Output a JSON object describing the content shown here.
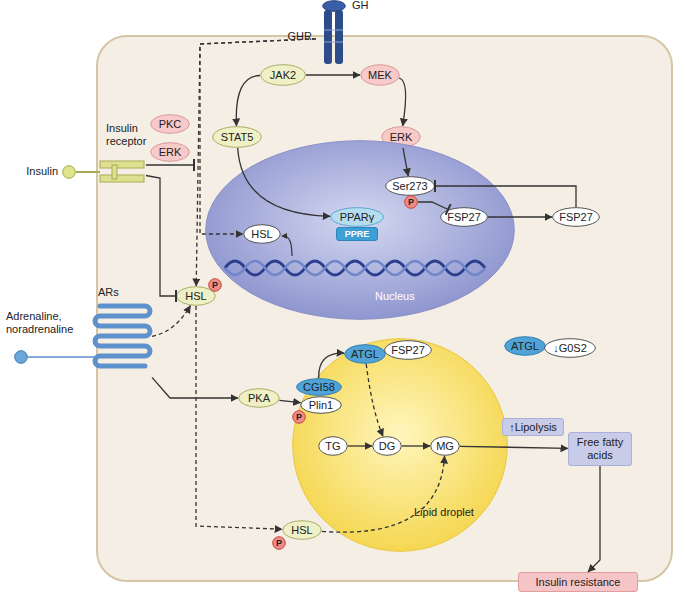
{
  "diagram": {
    "nodes": [
      {
        "text": [
          "GH"
        ]
      },
      {
        "text": [
          "GHR"
        ]
      },
      {
        "text": [
          "JAK2"
        ]
      },
      {
        "text": [
          "MEK"
        ]
      },
      {
        "text": [
          "STAT5"
        ]
      },
      {
        "text": [
          "ERK"
        ]
      },
      {
        "text": [
          "Insulin"
        ]
      },
      {
        "text": [
          "Insulin receptor"
        ]
      },
      {
        "text": [
          "PKC"
        ]
      },
      {
        "text": [
          "ERK"
        ]
      },
      {
        "text": [
          "Nucleus"
        ]
      },
      {
        "text": [
          "Ser273"
        ],
        "in": 10
      },
      {
        "text": [
          "P"
        ],
        "in": 10
      },
      {
        "text": [
          "PPARγ"
        ],
        "in": 10
      },
      {
        "text": [
          "PPRE"
        ],
        "in": 10
      },
      {
        "text": [
          "HSL"
        ],
        "in": 10
      },
      {
        "text": [
          "FSP27"
        ],
        "in": 10
      },
      {
        "text": [
          "FSP27"
        ]
      },
      {
        "text": [
          "HSL"
        ]
      },
      {
        "text": [
          "P"
        ]
      },
      {
        "text": [
          "Adrenaline, noradrenaline"
        ]
      },
      {
        "text": [
          "ARs"
        ]
      },
      {
        "text": [
          "PKA"
        ]
      },
      {
        "text": [
          "Lipid droplet"
        ]
      },
      {
        "text": [
          "CGI58"
        ],
        "in": 23
      },
      {
        "text": [
          "Plin1"
        ],
        "in": 23
      },
      {
        "text": [
          "P"
        ],
        "in": 23
      },
      {
        "text": [
          "ATGL"
        ]
      },
      {
        "text": [
          "FSP27"
        ]
      },
      {
        "text": [
          "TG"
        ],
        "in": 23
      },
      {
        "text": [
          "DG"
        ],
        "in": 23
      },
      {
        "text": [
          "MG"
        ],
        "in": 23
      },
      {
        "text": [
          "ATGL"
        ]
      },
      {
        "text": [
          "↓G0S2"
        ]
      },
      {
        "text": [
          "↑Lipolysis"
        ]
      },
      {
        "text": [
          "Free fatty acids"
        ]
      },
      {
        "text": [
          "HSL"
        ]
      },
      {
        "text": [
          "P"
        ]
      },
      {
        "text": [
          "Insulin resistance"
        ]
      }
    ],
    "edges": [
      {
        "from": 2,
        "to": 4,
        "arrow": "to"
      },
      {
        "from": 2,
        "to": 3,
        "arrow": "to"
      },
      {
        "from": 3,
        "to": 5,
        "arrow": "to"
      },
      {
        "from": 4,
        "to": 13,
        "arrow": "to"
      },
      {
        "from": 5,
        "to": 11,
        "arrow": "to"
      },
      {
        "from": 12,
        "to": 16,
        "arrow": "to"
      },
      {
        "from": 16,
        "to": 17,
        "arrow": "to"
      },
      {
        "from": 17,
        "to": 11,
        "arrow": "to"
      },
      {
        "from": 1,
        "to": 15,
        "arrow": "to"
      },
      {
        "from": 1,
        "to": 18,
        "arrow": "to"
      },
      {
        "from": 7,
        "to": 18,
        "arrow": "to"
      },
      {
        "from": 21,
        "to": 18,
        "arrow": "to"
      },
      {
        "from": 21,
        "to": 22,
        "arrow": "to"
      },
      {
        "from": 22,
        "to": 25,
        "arrow": "to"
      },
      {
        "from": 24,
        "to": 27,
        "arrow": "to"
      },
      {
        "from": 18,
        "to": 36,
        "arrow": "to"
      },
      {
        "from": 36,
        "to": 31,
        "arrow": "to"
      },
      {
        "from": 27,
        "to": 30,
        "arrow": "to"
      },
      {
        "from": 29,
        "to": 30,
        "arrow": "to"
      },
      {
        "from": 30,
        "to": 31,
        "arrow": "to"
      },
      {
        "from": 31,
        "to": 35,
        "arrow": "to"
      },
      {
        "from": 35,
        "to": 38,
        "arrow": "to"
      }
    ]
  }
}
